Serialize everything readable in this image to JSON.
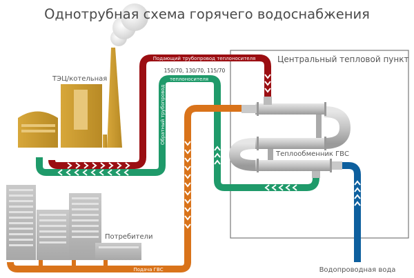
{
  "title": "Однотрубная схема горячего водоснабжения",
  "labels": {
    "plant": "ТЭЦ/котельная",
    "central_point": "Центральный тепловой пункт",
    "supply_pipe": "Подающий трубопровод теплоносителя",
    "temperatures": "150/70, 130/70, 115/70",
    "return_pipe_h": "теплоносителя",
    "return_pipe_v": "Обратный трубопровод",
    "exchanger": "Теплообменник ГВС",
    "consumers": "Потребители",
    "hot_water_supply": "Подача ГВС",
    "tap_water": "Водопроводная вода"
  },
  "colors": {
    "supply": "#9b0e12",
    "return": "#1f9a6a",
    "hot_water": "#d9731a",
    "cold_water": "#0d5f9e",
    "building": "#c8962a",
    "pipe_gray": "#b5b5b5"
  }
}
